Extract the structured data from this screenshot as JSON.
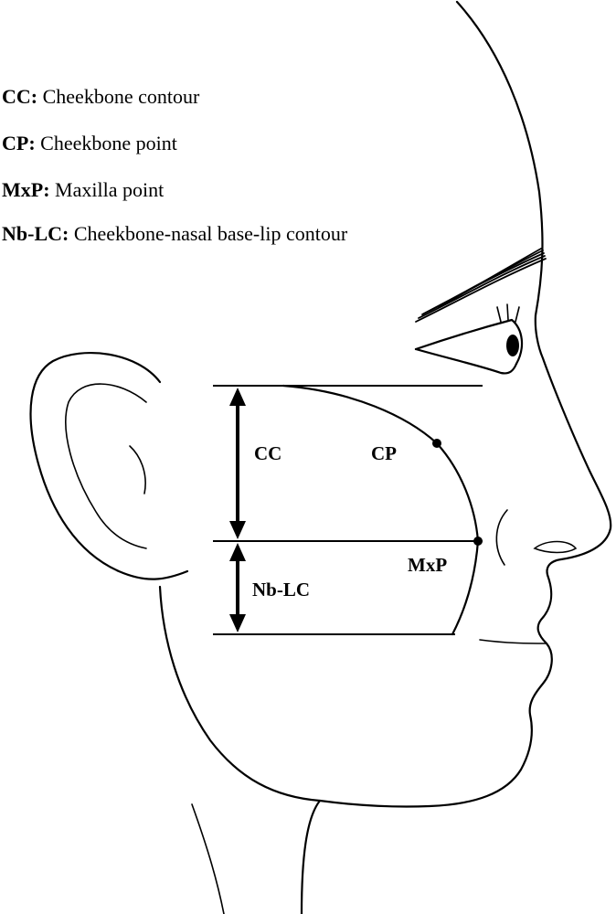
{
  "legend": [
    {
      "abbr": "CC:",
      "desc": " Cheekbone contour"
    },
    {
      "abbr": "CP:",
      "desc": " Cheekbone point"
    },
    {
      "abbr": "MxP:",
      "desc": " Maxilla point"
    },
    {
      "abbr": "Nb-LC:",
      "desc": " Cheekbone-nasal base-lip contour"
    }
  ],
  "labels": {
    "cc": "CC",
    "cp": "CP",
    "mxp": "MxP",
    "nblc": "Nb-LC"
  },
  "colors": {
    "line": "#000000",
    "background": "#ffffff"
  }
}
